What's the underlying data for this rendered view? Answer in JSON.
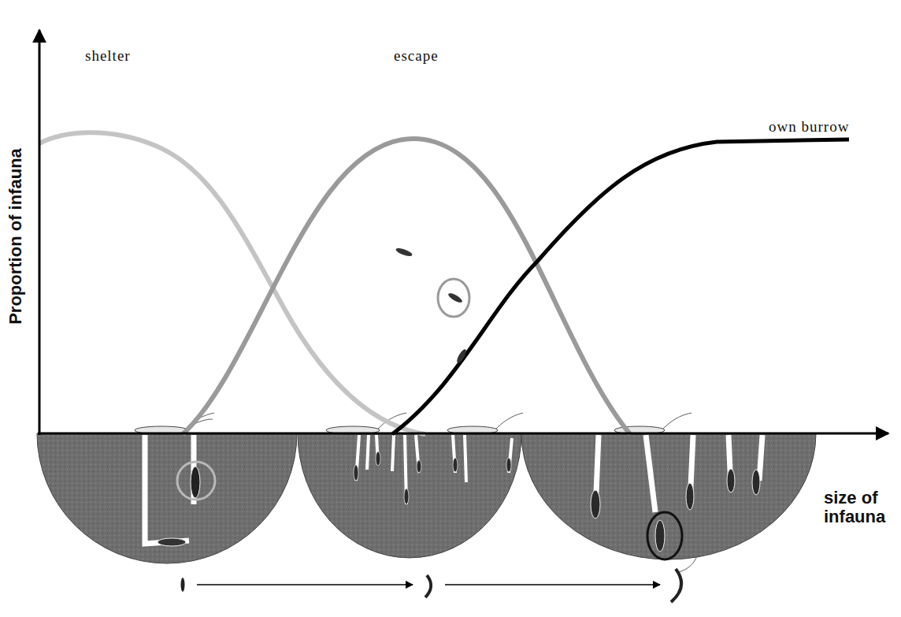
{
  "diagram": {
    "labels": [
      "Proportion of infauna",
      "shelter",
      "escape",
      "own burrow",
      "size of infauna"
    ]
  }
}
